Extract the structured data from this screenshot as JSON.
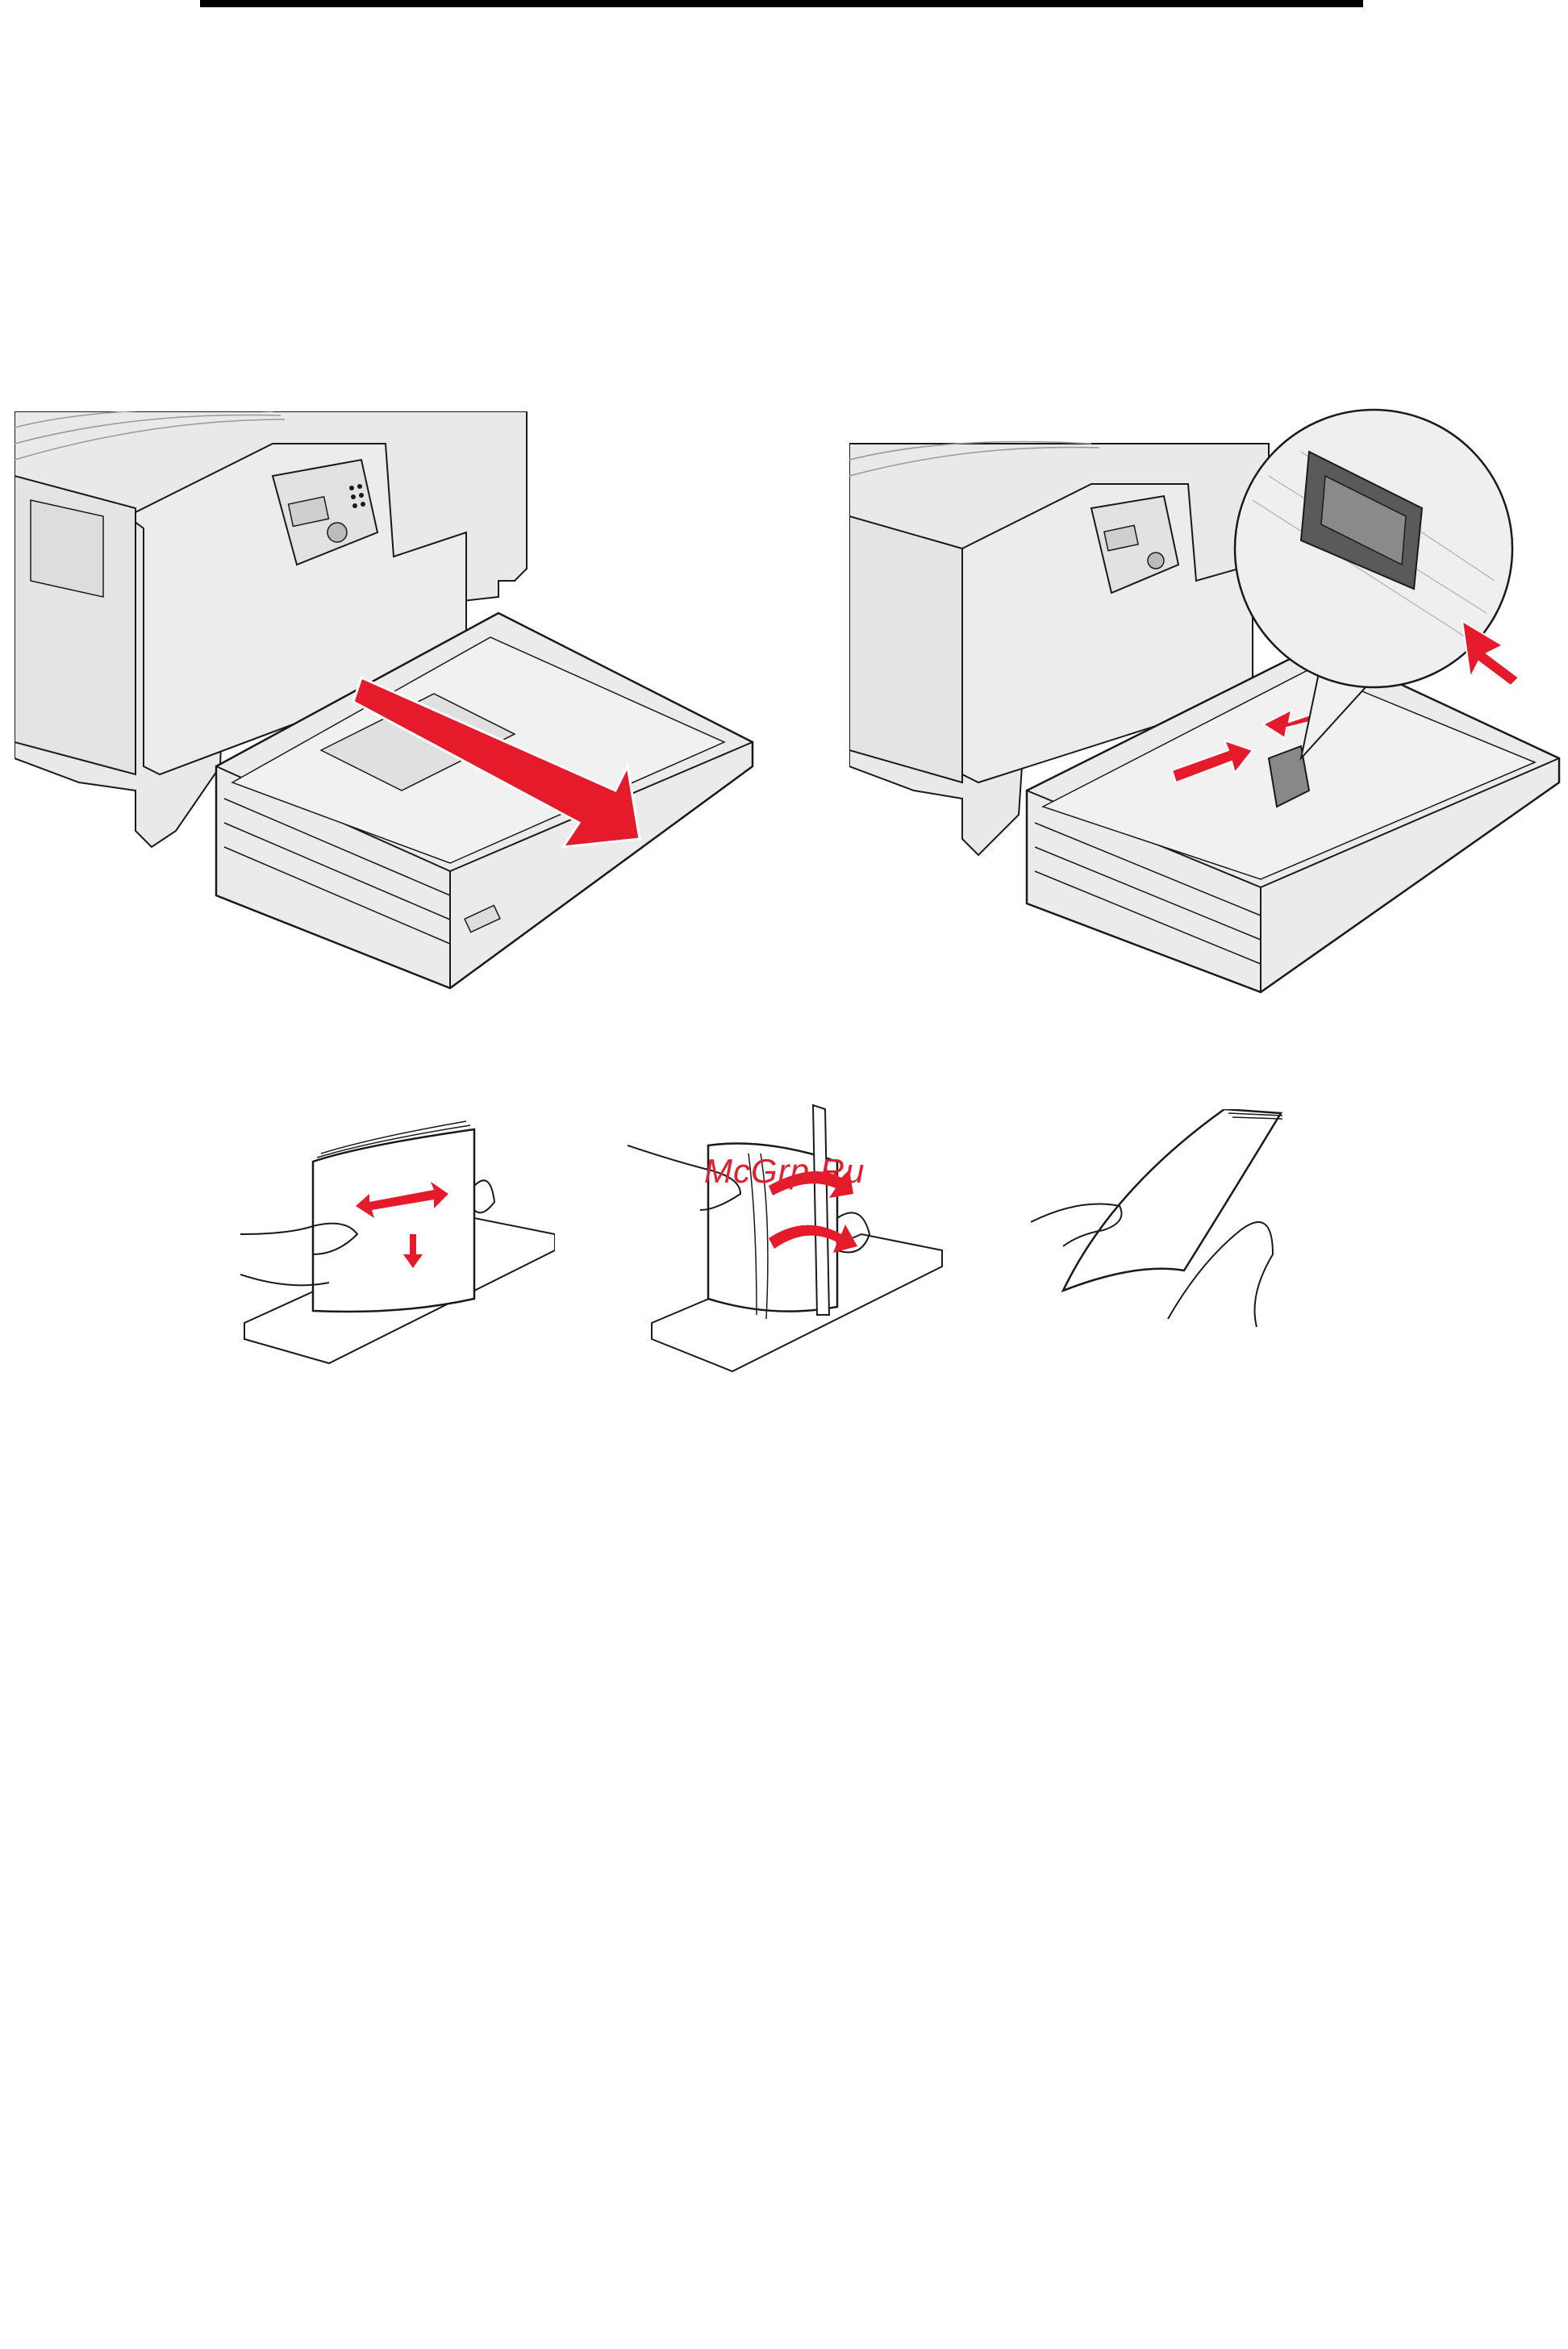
{
  "document": {
    "watermark": "McGrp.Ru"
  },
  "figures": [
    {
      "name": "open-tray",
      "icon": "printer-tray-pull-out"
    },
    {
      "name": "adjust-guide",
      "icon": "printer-tray-guide-adjust"
    },
    {
      "name": "flex-paper",
      "icon": "paper-flex"
    },
    {
      "name": "fan-paper",
      "icon": "paper-fan"
    },
    {
      "name": "straighten-paper",
      "icon": "paper-straighten"
    }
  ],
  "colors": {
    "accent": "#e51b2c",
    "line": "#1a1a1a",
    "fill": "#e9e9e9"
  }
}
